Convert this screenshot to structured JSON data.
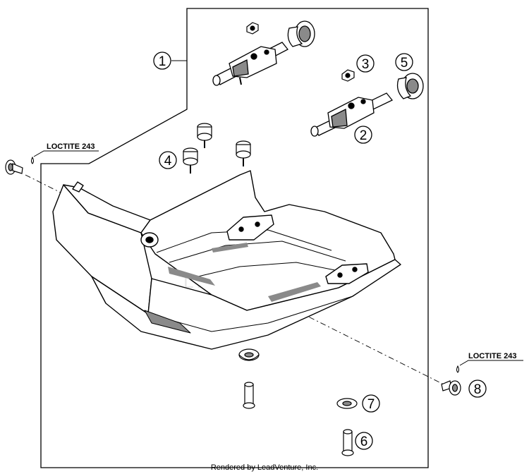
{
  "diagram": {
    "callouts": [
      {
        "id": "1",
        "label": "1"
      },
      {
        "id": "2",
        "label": "2"
      },
      {
        "id": "3",
        "label": "3"
      },
      {
        "id": "4",
        "label": "4"
      },
      {
        "id": "5",
        "label": "5"
      },
      {
        "id": "6",
        "label": "6"
      },
      {
        "id": "7",
        "label": "7"
      },
      {
        "id": "8",
        "label": "8"
      }
    ],
    "loctite_left": "LOCTITE 243",
    "loctite_right": "LOCTITE 243",
    "footer": "Rendered by LeadVenture, Inc."
  },
  "colors": {
    "line": "#000000",
    "part_fill": "#ffffff",
    "shade": "#8a8a8a",
    "watermark": "#e4e4e4"
  },
  "icons": {
    "callout": "circled-number-icon",
    "loctite": "threadlocker-drop-icon"
  }
}
